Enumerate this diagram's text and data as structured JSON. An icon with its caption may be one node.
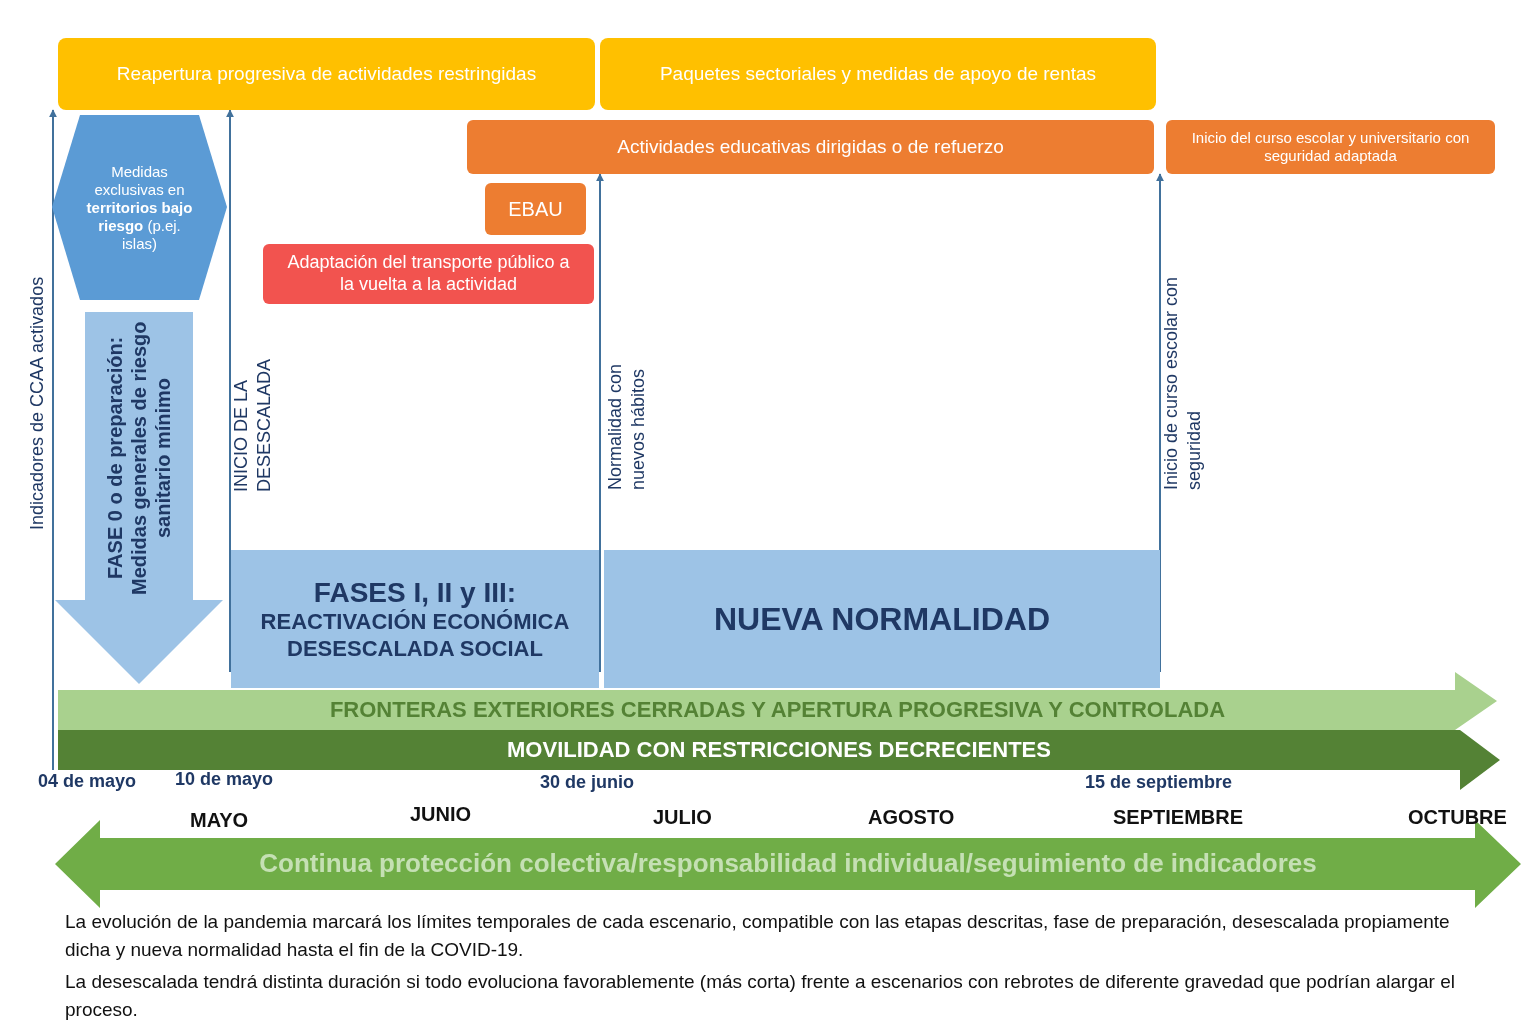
{
  "diagram": {
    "nodes": [
      {
        "text": [
          "Reapertura progresiva de actividades restringidas"
        ]
      },
      {
        "text": [
          "Paquetes sectoriales y medidas de apoyo de rentas"
        ]
      },
      {
        "text": [
          "Actividades educativas dirigidas o de refuerzo"
        ]
      },
      {
        "text": [
          "Inicio del curso escolar y universitario con seguridad adaptada"
        ]
      },
      {
        "text": [
          "Medidas exclusivas en **territorios bajo riesgo** (p.ej. islas)"
        ]
      },
      {
        "text": [
          "EBAU"
        ]
      },
      {
        "text": [
          "Adaptación del transporte público a la vuelta a la actividad"
        ]
      },
      {
        "text": [
          "FASE 0 o de preparación: Medidas generales de riesgo sanitario mínimo"
        ]
      },
      {
        "text": [
          "FASES I, II y III:",
          "REACTIVACIÓN ECONÓMICA DESESCALADA SOCIAL"
        ]
      },
      {
        "text": [
          "NUEVA NORMALIDAD"
        ]
      },
      {
        "text": [
          "FRONTERAS EXTERIORES CERRADAS Y APERTURA PROGRESIVA Y CONTROLADA"
        ]
      },
      {
        "text": [
          "MOVILIDAD CON RESTRICCIONES DECRECIENTES"
        ]
      },
      {
        "text": [
          "Continua protección colectiva/responsabilidad individual/seguimiento de indicadores"
        ]
      }
    ],
    "edges": [
      {
        "from": 11,
        "to": 0,
        "arrow": "to"
      },
      {
        "from": 10,
        "to": 0,
        "arrow": "to"
      },
      {
        "from": 10,
        "to": 2,
        "arrow": "to"
      },
      {
        "from": 10,
        "to": 3,
        "arrow": "to"
      }
    ],
    "labels": [
      "Indicadores de CCAA activados",
      "INICIO DE LA DESESCALADA",
      "Normalidad con nuevos hábitos",
      "Inicio de curso escolar con seguridad",
      "04 de mayo",
      "10 de mayo",
      "30 de junio",
      "15 de septiembre",
      "MAYO",
      "JUNIO",
      "JULIO",
      "AGOSTO",
      "SEPTIEMBRE",
      "OCTUBRE",
      "La evolución de la pandemia marcará los límites temporales de cada escenario, compatible con las etapas descritas, fase de preparación, desescalada propiamente dicha y nueva normalidad hasta el fin de la COVID-19.",
      "La desescalada tendrá distinta duración si todo evoluciona favorablemente (más corta) frente a escenarios con rebrotes de diferente gravedad que podrían alargar el proceso."
    ]
  }
}
